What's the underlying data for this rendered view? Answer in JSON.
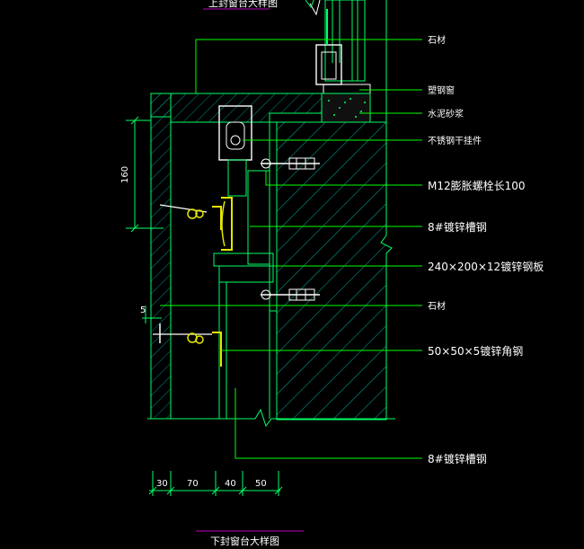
{
  "drawing": {
    "top_title": "上封窗台大样图",
    "bottom_title": "下封窗台大样图",
    "colors": {
      "background": "#000000",
      "outline": "#00ff66",
      "hatch": "#00b4a0",
      "yellow": "#e6e600",
      "leader": "#00ff00",
      "text": "#ffffff",
      "title_underline": "#c000c0"
    }
  },
  "callouts": {
    "c1": "石材",
    "c2": "塑钢窗",
    "c3": "水泥砂浆",
    "c4": "不锈钢干挂件",
    "c5": "M12膨胀螺栓长100",
    "c6": "8#镀锌槽钢",
    "c7": "240×200×12镀锌钢板",
    "c8": "石材",
    "c9": "50×50×5镀锌角钢",
    "c10": "8#镀锌槽钢"
  },
  "dimensions": {
    "vertical": "160",
    "gap": "5",
    "d1": "30",
    "d2": "70",
    "d3": "40",
    "d4": "50"
  }
}
